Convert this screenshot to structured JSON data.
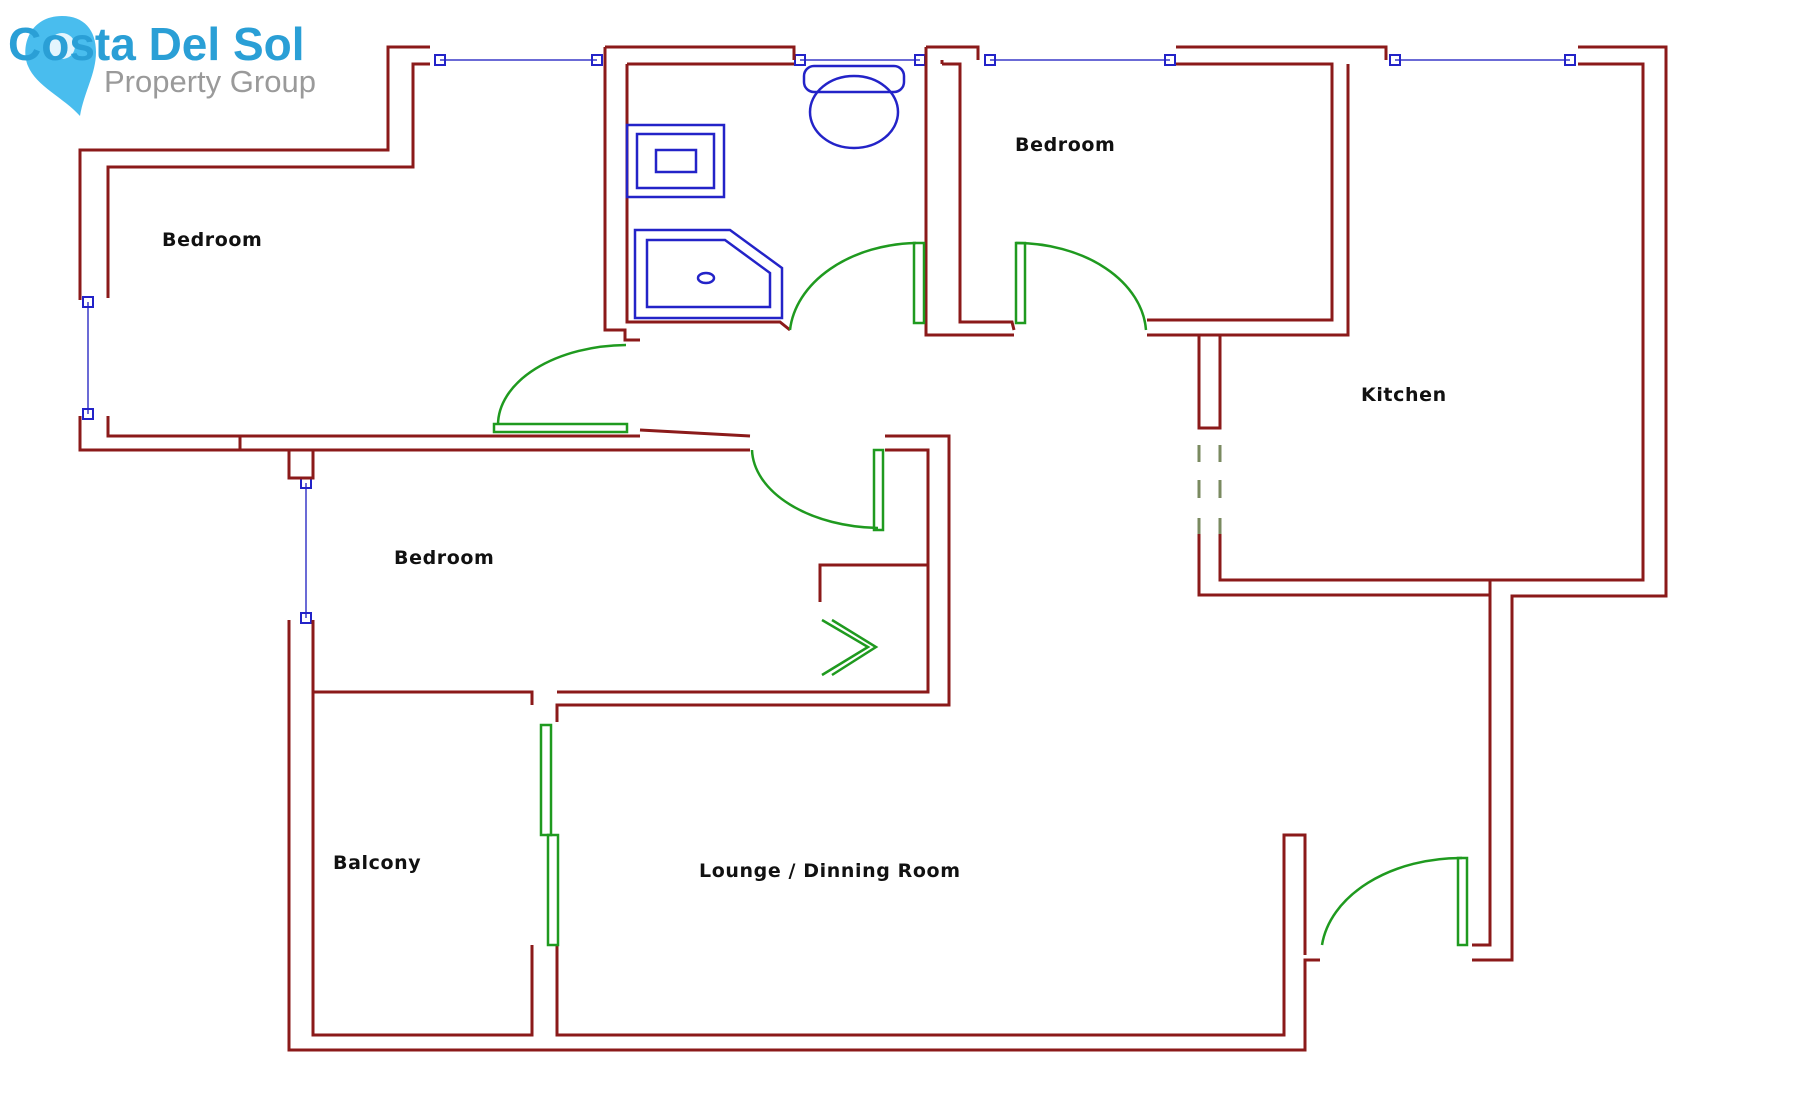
{
  "brand": {
    "name": "Costa Del Sol",
    "tagline": "Property Group",
    "name_color": "#2a9fd6",
    "tagline_color": "#9a9a9a",
    "pin_color": "#35b6ec",
    "icon": "map-pin-icon"
  },
  "colors": {
    "wall": "#8b1a1a",
    "door": "#1f9a1f",
    "fixture": "#2323c8",
    "window": "#6b6bd6",
    "opening": "#7a8a60",
    "label": "#111111"
  },
  "rooms": [
    {
      "id": "bedroom-top-left",
      "label": "Bedroom"
    },
    {
      "id": "bedroom-top-middle",
      "label": "Bedroom"
    },
    {
      "id": "kitchen",
      "label": "Kitchen"
    },
    {
      "id": "bedroom-middle",
      "label": "Bedroom"
    },
    {
      "id": "balcony",
      "label": "Balcony"
    },
    {
      "id": "lounge",
      "label": "Lounge / Dinning Room"
    }
  ]
}
